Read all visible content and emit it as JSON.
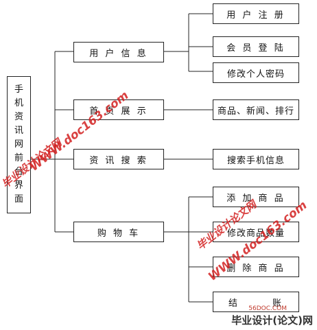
{
  "root": {
    "chars": [
      "手",
      "机",
      "资",
      "讯",
      "网",
      "前",
      "台",
      "界",
      "面"
    ]
  },
  "modules": [
    {
      "label": "用 户 信 息",
      "children": [
        "用 户 注 册",
        "会 员 登 陆",
        "修改个人密码"
      ]
    },
    {
      "label": "首 页 展 示",
      "children": [
        "商品、新闻、排行"
      ]
    },
    {
      "label": "资 讯 搜 索",
      "children": [
        "搜索手机信息"
      ]
    },
    {
      "label": "购 物 车",
      "children": [
        "添 加 商 品",
        "修改商品数量",
        "删 除 商 品",
        "结　　　账"
      ]
    }
  ],
  "watermarks": {
    "site": "WWW.doc163.com",
    "site_cn": "毕业设计论文网",
    "footer": "毕业设计(论文)网",
    "footer_small": "56DOC.COM"
  },
  "colors": {
    "line": "#222222",
    "watermark": "#d32020"
  }
}
